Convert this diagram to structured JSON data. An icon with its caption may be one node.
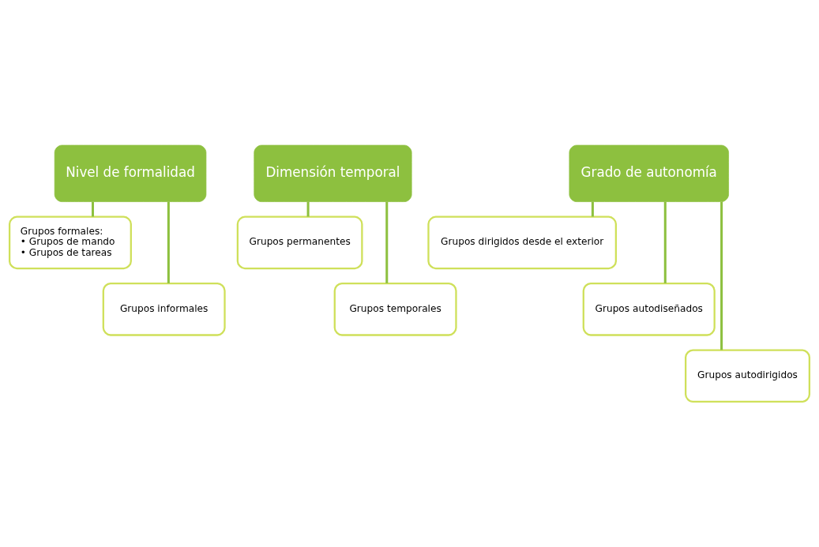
{
  "diagram": {
    "nodes": [
      {
        "text": [
          "Nivel de formalidad"
        ]
      },
      {
        "text": [
          "Grupos formales:",
          "• Grupos de mando",
          "• Grupos de tareas"
        ]
      },
      {
        "text": [
          "Grupos informales"
        ]
      },
      {
        "text": [
          "Dimensión temporal"
        ]
      },
      {
        "text": [
          "Grupos permanentes"
        ]
      },
      {
        "text": [
          "Grupos temporales"
        ]
      },
      {
        "text": [
          "Grado de autonomía"
        ]
      },
      {
        "text": [
          "Grupos dirigidos desde el exterior"
        ]
      },
      {
        "text": [
          "Grupos autodiseñados"
        ]
      },
      {
        "text": [
          "Grupos autodirigidos"
        ]
      }
    ],
    "edges": [
      {
        "from": 0,
        "to": 1,
        "arrow": "none"
      },
      {
        "from": 0,
        "to": 2,
        "arrow": "none"
      },
      {
        "from": 3,
        "to": 4,
        "arrow": "none"
      },
      {
        "from": 3,
        "to": 5,
        "arrow": "none"
      },
      {
        "from": 6,
        "to": 7,
        "arrow": "none"
      },
      {
        "from": 6,
        "to": 8,
        "arrow": "none"
      },
      {
        "from": 6,
        "to": 9,
        "arrow": "none"
      }
    ]
  }
}
